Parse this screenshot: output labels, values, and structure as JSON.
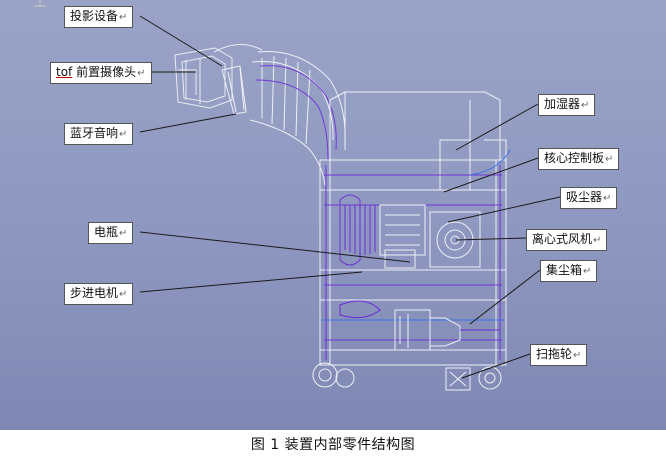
{
  "labels": {
    "projector": "投影设备",
    "tof_camera_prefix": "tof",
    "tof_camera_rest": " 前置摄像头",
    "speaker": "蓝牙音响",
    "battery": "电瓶",
    "stepper_motor": "步进电机",
    "humidifier": "加湿器",
    "core_board": "核心控制板",
    "vacuum": "吸尘器",
    "centrifugal_fan": "离心式风机",
    "dust_box": "集尘箱",
    "sweeping_wheel": "扫拖轮"
  },
  "paragraph_mark": "↵",
  "caption": "图 1  装置内部零件结构图",
  "colors": {
    "background_top": "#9aa3c6",
    "background_bottom": "#7f88b3",
    "wire_white": "#eef0f7",
    "wire_purple": "#6a2bd8",
    "wire_blue": "#2a6cf0",
    "leader_line": "#1a1a1a"
  }
}
